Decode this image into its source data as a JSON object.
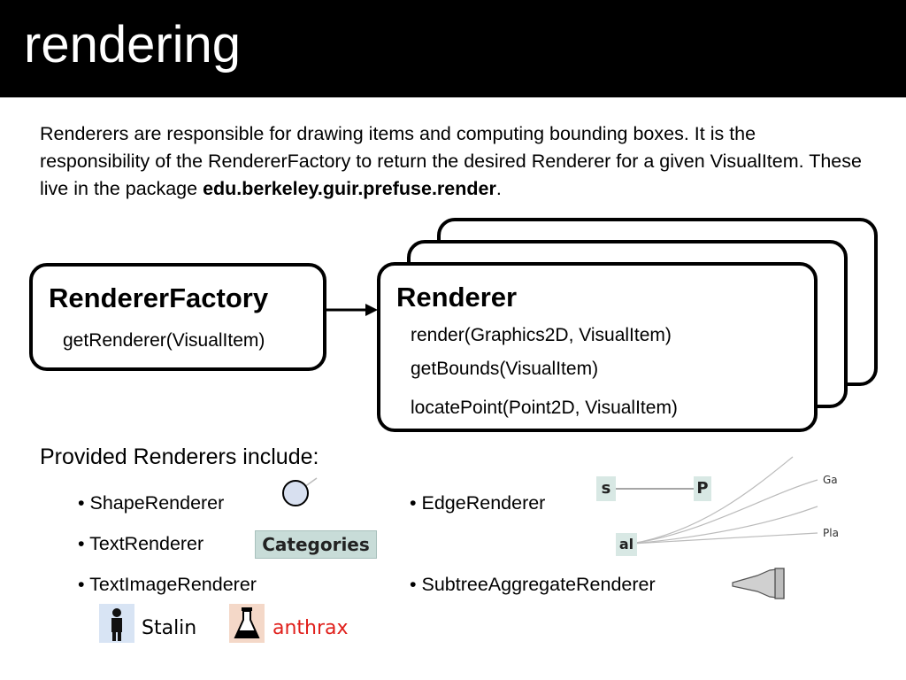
{
  "title": "rendering",
  "intro": {
    "text": "Renderers are responsible for drawing items and computing bounding boxes. It is the responsibility of the RendererFactory to return the desired Renderer for a given VisualItem. These live in the package ",
    "package": "edu.berkeley.guir.prefuse.render",
    "end": "."
  },
  "factory": {
    "title": "RendererFactory",
    "method": "getRenderer(VisualItem)"
  },
  "renderer": {
    "title": "Renderer",
    "methods": [
      "render(Graphics2D, VisualItem)",
      "getBounds(VisualItem)",
      "locatePoint(Point2D, VisualItem)"
    ]
  },
  "provided": {
    "heading": "Provided Renderers include:",
    "items": [
      "• ShapeRenderer",
      "• TextRenderer",
      "• TextImageRenderer",
      "• EdgeRenderer",
      "• SubtreeAggregateRenderer"
    ]
  },
  "examples": {
    "text_renderer_label": "Categories",
    "image_labels": [
      "Stalin",
      "anthrax"
    ],
    "edge_nodes": [
      "s",
      "P",
      "al"
    ],
    "edge_leaf_labels": [
      "Ga",
      "Pla"
    ],
    "colors": {
      "anthrax_text": "#e0201c",
      "node_fill": "#d8e8e4",
      "shape_fill": "#d8e0f0"
    }
  }
}
